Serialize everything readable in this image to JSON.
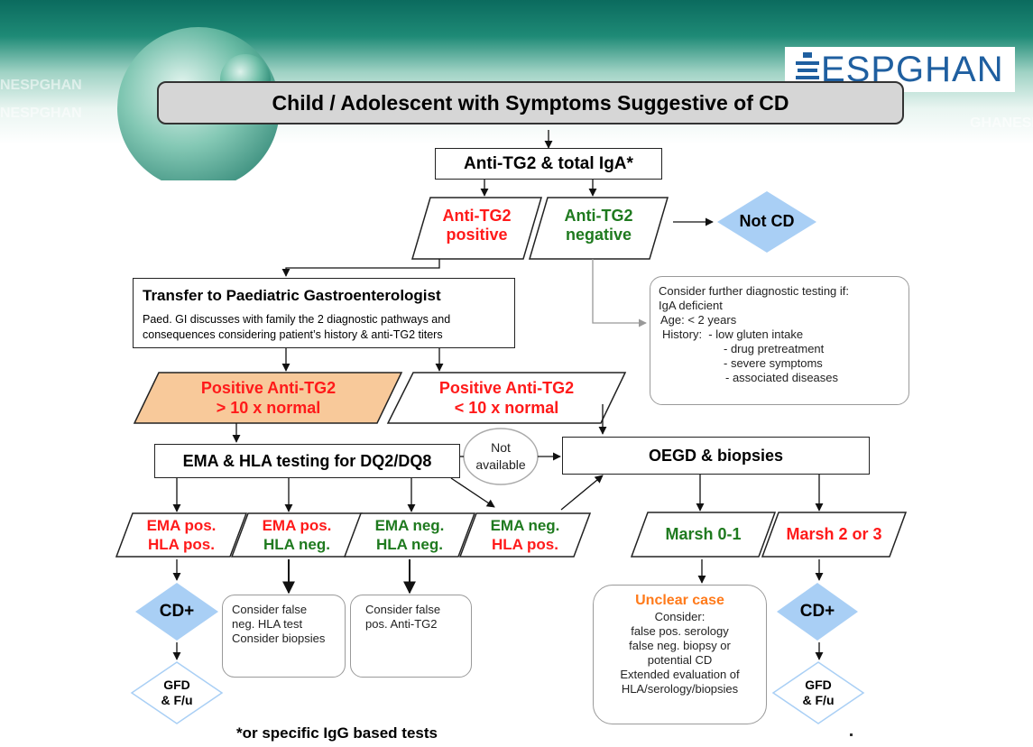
{
  "header": {
    "logo_text": "ESPGHAN",
    "watermark_text": "NESPGHAN",
    "watermark_text_right": "GHANESP",
    "colors": {
      "band_top": "#0b6b5e",
      "band_bottom": "#ffffff",
      "title_box": "#d6d6d6",
      "diamond": "#a9cff5",
      "orange_fill": "#f8c99a"
    }
  },
  "title": "Child / Adolescent with Symptoms Suggestive of CD",
  "nodes": {
    "initial_test": "Anti-TG2 & total IgA*",
    "tg2_positive": {
      "line1": "Anti-TG2",
      "line2": "positive"
    },
    "tg2_negative": {
      "line1": "Anti-TG2",
      "line2": "negative"
    },
    "not_cd": "Not CD",
    "transfer": {
      "title": "Transfer to Paediatric Gastroenterologist",
      "line1": "Paed. GI discusses with family the 2 diagnostic pathways and",
      "line2": "consequences considering patient’s history & anti-TG2 titers"
    },
    "further_testing": {
      "line1": "Consider further diagnostic testing if:",
      "line2": "IgA deficient",
      "line3": "Age: < 2 years",
      "line4": "History:  - low gluten intake",
      "line5": "- drug pretreatment",
      "line6": "- severe symptoms",
      "line7": "- associated diseases"
    },
    "pos_high": {
      "line1": "Positive Anti-TG2",
      "line2": "> 10 x normal"
    },
    "pos_low": {
      "line1": "Positive Anti-TG2",
      "line2": "< 10 x normal"
    },
    "ema_hla": "EMA & HLA testing for DQ2/DQ8",
    "not_available": {
      "line1": "Not",
      "line2": "available"
    },
    "oegd": "OEGD & biopsies",
    "ema_pos_hla_pos": {
      "line1": "EMA pos.",
      "line2": "HLA pos."
    },
    "ema_pos_hla_neg": {
      "line1": "EMA pos.",
      "line2": "HLA neg."
    },
    "ema_neg_hla_neg": {
      "line1": "EMA neg.",
      "line2": "HLA neg."
    },
    "ema_neg_hla_pos": {
      "line1": "EMA neg.",
      "line2": "HLA pos."
    },
    "marsh01": "Marsh 0-1",
    "marsh23": "Marsh 2 or 3",
    "cd_plus_left": "CD+",
    "cd_plus_right": "CD+",
    "false_neg_hla": {
      "line1": "Consider false",
      "line2": "neg. HLA test",
      "line3": "Consider biopsies"
    },
    "false_pos_tg2": {
      "line1": "Consider false",
      "line2": "pos. Anti-TG2"
    },
    "unclear": {
      "title": "Unclear case",
      "line1": "Consider:",
      "line2": "false pos. serology",
      "line3": "false neg. biopsy or",
      "line4": "potential CD",
      "line5": "Extended evaluation of",
      "line6": "HLA/serology/biopsies"
    },
    "gfd_left": {
      "line1": "GFD",
      "line2": "& F/u"
    },
    "gfd_right": {
      "line1": "GFD",
      "line2": "& F/u"
    }
  },
  "footnote": "*or specific IgG based tests"
}
